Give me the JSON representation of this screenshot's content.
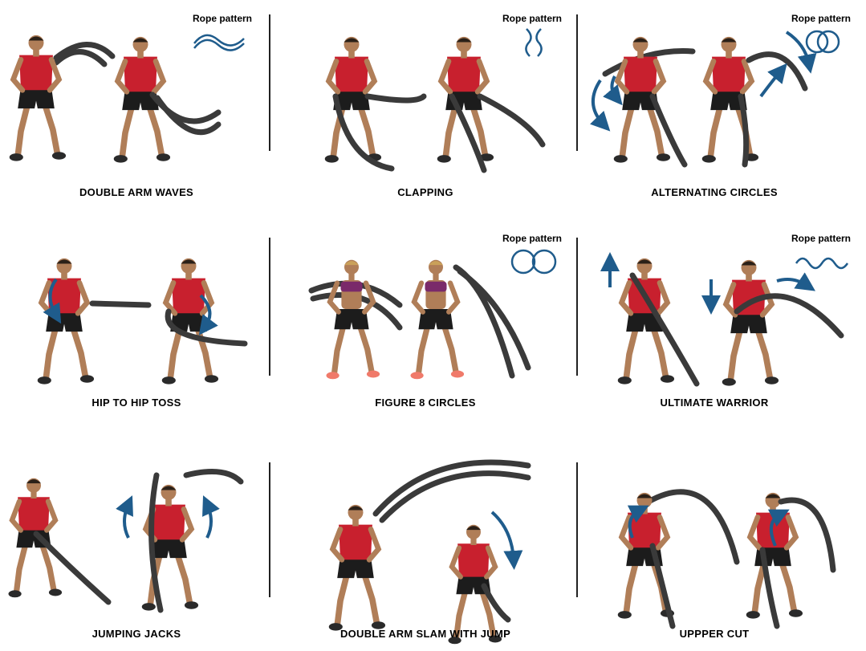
{
  "exercises": [
    {
      "title": "DOUBLE ARM WAVES",
      "pattern_label": "Rope pattern",
      "pattern_icon": "wave-pattern-icon"
    },
    {
      "title": "CLAPPING",
      "pattern_label": "Rope pattern",
      "pattern_icon": "clap-pattern-icon"
    },
    {
      "title": "ALTERNATING CIRCLES",
      "pattern_label": "Rope pattern",
      "pattern_icon": "double-circle-pattern-icon"
    },
    {
      "title": "HIP TO HIP TOSS",
      "pattern_label": "",
      "pattern_icon": "rotation-arrow-icon"
    },
    {
      "title": "FIGURE 8 CIRCLES",
      "pattern_label": "Rope pattern",
      "pattern_icon": "figure-8-pattern-icon"
    },
    {
      "title": "ULTIMATE WARRIOR",
      "pattern_label": "Rope pattern",
      "pattern_icon": "small-wave-pattern-icon"
    },
    {
      "title": "JUMPING JACKS",
      "pattern_label": "",
      "pattern_icon": "up-arrow-icon"
    },
    {
      "title": "DOUBLE ARM SLAM WITH JUMP",
      "pattern_label": "",
      "pattern_icon": "down-arrow-icon"
    },
    {
      "title": "UPPPER CUT",
      "pattern_label": "",
      "pattern_icon": "rotation-arrow-icon"
    }
  ],
  "colors": {
    "shirt_red": "#c8202e",
    "shorts_black": "#1c1c1c",
    "rope_gray": "#3a3a3a",
    "arrow_blue": "#1f5c8c",
    "skin": "#b07e58"
  }
}
